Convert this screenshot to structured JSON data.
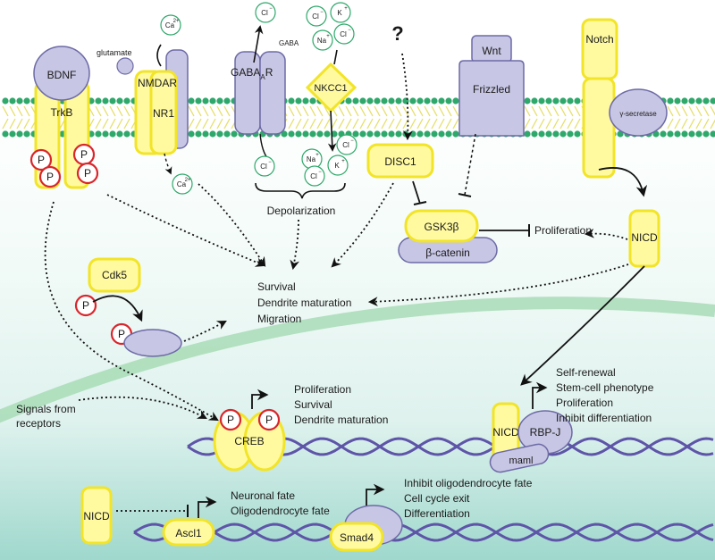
{
  "receptors": {
    "bdnf": "BDNF",
    "trkb": "TrkB",
    "glutamate": "glutamate",
    "nmdar": "NMDAR",
    "nr1": "NR1",
    "gaba": "GABA",
    "gabaa_r": "GABA",
    "gabaa_sub": "A",
    "gabaa_r_suffix": "R",
    "nkcc1": "NKCC1",
    "question": "?",
    "disc1": "DISC1",
    "wnt": "Wnt",
    "frizzled": "Frizzled",
    "notch": "Notch",
    "gamma_secretase": "γ-secretase"
  },
  "ions": {
    "ca": "Ca",
    "ca_charge": "2+",
    "cl": "Cl",
    "k": "K",
    "na": "Na",
    "minus": "−",
    "plus": "+"
  },
  "phospho": "P",
  "cytoplasm": {
    "depolarization": "Depolarization",
    "gsk3b": "GSK3β",
    "beta_catenin": "β-catenin",
    "proliferation": "Proliferation",
    "nicd": "NICD",
    "cdk5": "Cdk5",
    "outcomes": [
      "Survival",
      "Dendrite maturation",
      "Migration"
    ]
  },
  "nucleus": {
    "signals_from_receptors": [
      "Signals from",
      "receptors"
    ],
    "creb": "CREB",
    "creb_outcomes": [
      "Proliferation",
      "Survival",
      "Dendrite maturation"
    ],
    "nicd": "NICD",
    "rbpj": "RBP-J",
    "maml": "maml",
    "rbpj_outcomes": [
      "Self-renewal",
      "Stem-cell phenotype",
      "Proliferation",
      "Inhibit differentiation"
    ],
    "nicd_left": "NICD",
    "ascl1": "Ascl1",
    "ascl1_outcomes": [
      "Neuronal fate",
      "Oligodendrocyte fate"
    ],
    "smad4": "Smad4",
    "smad4_outcomes": [
      "Inhibit oligodendrocyte fate",
      "Cell cycle exit",
      "Differentiation"
    ]
  },
  "colors": {
    "yellow_fill": "#fffaa0",
    "yellow_stroke": "#f2e428",
    "lavender": "#c7c6e4",
    "lavender_stroke": "#6d6aa6",
    "membrane_green": "#2fa86b",
    "phospho_red": "#d8262c",
    "dna": "#5e55a8",
    "nuclear_membrane": "#a8dcb6"
  }
}
